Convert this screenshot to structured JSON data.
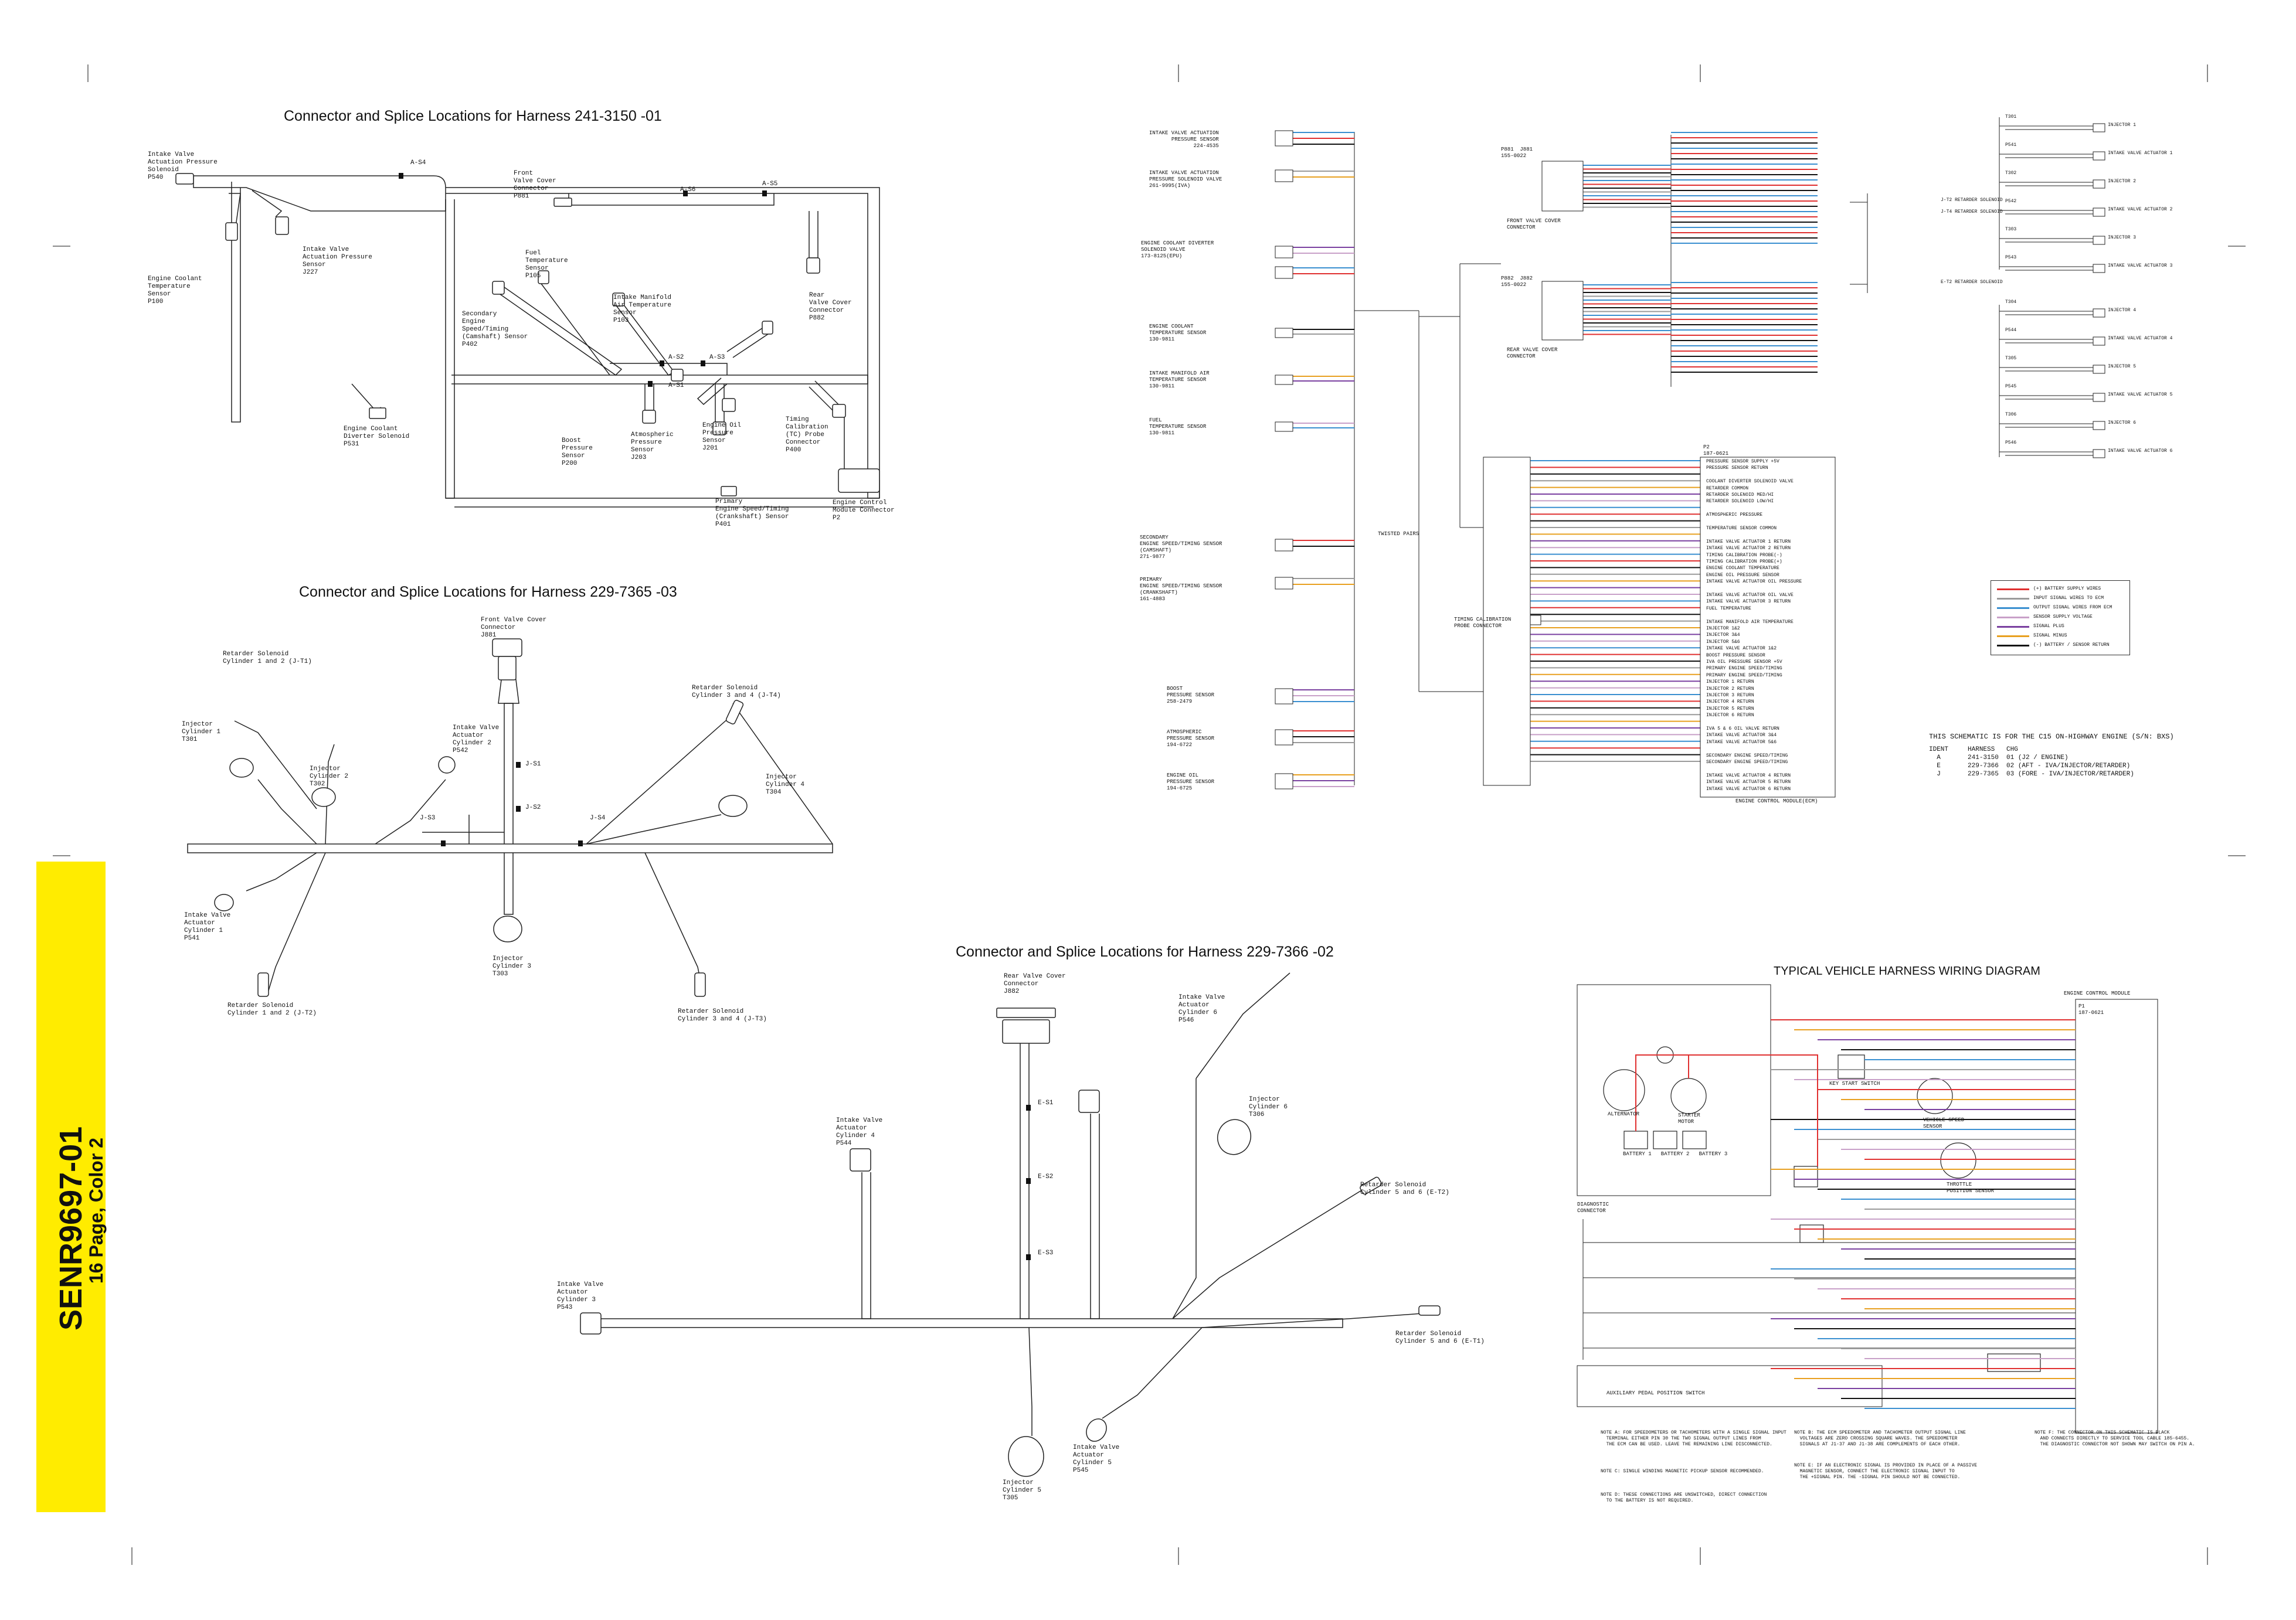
{
  "document": {
    "id": "SENR9697-01",
    "pages": "16 Page, Color 2"
  },
  "harness_titles": {
    "h1": "Connector and Splice Locations for Harness 241-3150 -01",
    "h2": "Connector and Splice Locations for Harness 229-7365 -03",
    "h3": "Connector and Splice Locations for Harness 229-7366 -02",
    "vehicle": "TYPICAL VEHICLE HARNESS WIRING DIAGRAM"
  },
  "h1_labels": {
    "p540": "Intake Valve\nActuation Pressure\nSolenoid\nP540",
    "p100": "Engine Coolant\nTemperature\nSensor\nP100",
    "j227": "Intake Valve\nActuation Pressure\nSensor\nJ227",
    "p881": "Front\nValve Cover\nConnector\nP881",
    "p105": "Fuel\nTemperature\nSensor\nP105",
    "p402": "Secondary\nEngine\nSpeed/Timing\n(Camshaft) Sensor\nP402",
    "p103": "Intake Manifold\nAir Temperature\nSensor\nP103",
    "p882": "Rear\nValve Cover\nConnector\nP882",
    "p531": "Engine Coolant\nDiverter Solenoid\nP531",
    "p200": "Boost\nPressure\nSensor\nP200",
    "j203": "Atmospheric\nPressure\nSensor\nJ203",
    "j201": "Engine Oil\nPressure\nSensor\nJ201",
    "p400": "Timing\nCalibration\n(TC) Probe\nConnector\nP400",
    "p2": "Engine Control\nModule Connector\nP2",
    "p401": "Primary\nEngine Speed/Timing\n(Crankshaft) Sensor\nP401",
    "a54": "A-S4",
    "a56": "A-S6",
    "a55": "A-S5",
    "a52": "A-S2",
    "a53": "A-S3",
    "a51": "A-S1"
  },
  "h2_labels": {
    "j881": "Front Valve Cover\nConnector\nJ881",
    "j_t1": "Retarder Solenoid\nCylinder 1 and 2 (J-T1)",
    "t301": "Injector\nCylinder 1\nT301",
    "t302": "Injector\nCylinder 2\nT302",
    "p542": "Intake Valve\nActuator\nCylinder 2\nP542",
    "j_t4": "Retarder Solenoid\nCylinder 3 and 4 (J-T4)",
    "t304": "Injector\nCylinder 4\nT304",
    "p541": "Intake Valve\nActuator\nCylinder 1\nP541",
    "t303": "Injector\nCylinder 3\nT303",
    "j_t2": "Retarder Solenoid\nCylinder 1 and 2 (J-T2)",
    "j_t3": "Retarder Solenoid\nCylinder 3 and 4 (J-T3)",
    "js1": "J-S1",
    "js2": "J-S2",
    "js3": "J-S3",
    "js4": "J-S4"
  },
  "h3_labels": {
    "j882": "Rear Valve Cover\nConnector\nJ882",
    "p546": "Intake Valve\nActuator\nCylinder 6\nP546",
    "p544": "Intake Valve\nActuator\nCylinder 4\nP544",
    "t306": "Injector\nCylinder 6\nT306",
    "e_t2": "Retarder Solenoid\nCylinder 5 and 6 (E-T2)",
    "p543": "Intake Valve\nActuator\nCylinder 3\nP543",
    "e_t1": "Retarder Solenoid\nCylinder 5 and 6 (E-T1)",
    "t305": "Injector\nCylinder 5\nT305",
    "p545": "Intake Valve\nActuator\nCylinder 5\nP545",
    "es1": "E-S1",
    "es2": "E-S2",
    "es3": "E-S3"
  },
  "schematic_labels": {
    "ivap_sensor": "INTAKE VALVE ACTUATION\nPRESSURE SENSOR\n224-4535",
    "ivap_solenoid": "INTAKE VALVE ACTUATION\nPRESSURE SOLENOID VALVE\n261-9995(IVA)",
    "coolant_diverter": "ENGINE COOLANT DIVERTER\nSOLENOID VALVE\n173-8125(EPU)",
    "coolant_temp": "ENGINE COOLANT\nTEMPERATURE SENSOR\n130-9811",
    "manifold_temp": "INTAKE MANIFOLD AIR\nTEMPERATURE SENSOR\n130-9811",
    "fuel_temp": "FUEL\nTEMPERATURE SENSOR\n130-9811",
    "secondary_speed": "SECONDARY\nENGINE SPEED/TIMING SENSOR\n(CAMSHAFT)\n271-9877",
    "primary_speed": "PRIMARY\nENGINE SPEED/TIMING SENSOR\n(CRANKSHAFT)\n161-4883",
    "boost": "BOOST\nPRESSURE SENSOR\n258-2479",
    "atmos": "ATMOSPHERIC\nPRESSURE SENSOR\n194-6722",
    "oil": "ENGINE OIL\nPRESSURE SENSOR\n194-6725",
    "front_cover": "FRONT VALVE COVER\nCONNECTOR",
    "rear_cover": "REAR VALVE COVER\nCONNECTOR",
    "timing_probe": "TIMING CALIBRATION\nPROBE CONNECTOR",
    "ecm": "ENGINE CONTROL MODULE(ECM)",
    "twisted": "TWISTED PAIRS",
    "ecm_top": "ENGINE CONTROL MODULE",
    "t_j881": "P881  J881\n155-0022",
    "t_j882": "P882  J882\n155-0022",
    "p2_head": "P2\n187-0621"
  },
  "ecm_functions": [
    "PRESSURE SENSOR SUPPLY +5V",
    "PRESSURE SENSOR RETURN",
    "",
    "COOLANT DIVERTER SOLENOID VALVE",
    "RETARDER COMMON",
    "RETARDER SOLENOID MED/HI",
    "RETARDER SOLENOID LOW/HI",
    "",
    "ATMOSPHERIC PRESSURE",
    "",
    "TEMPERATURE SENSOR COMMON",
    "",
    "INTAKE VALVE ACTUATOR 1 RETURN",
    "INTAKE VALVE ACTUATOR 2 RETURN",
    "TIMING CALIBRATION PROBE(-)",
    "TIMING CALIBRATION PROBE(+)",
    "ENGINE COOLANT TEMPERATURE",
    "ENGINE OIL PRESSURE SENSOR",
    "INTAKE VALVE ACTUATOR OIL PRESSURE",
    "",
    "INTAKE VALVE ACTUATOR OIL VALVE",
    "INTAKE VALVE ACTUATOR 3 RETURN",
    "FUEL TEMPERATURE",
    "",
    "INTAKE MANIFOLD AIR TEMPERATURE",
    "INJECTOR 1&2",
    "INJECTOR 3&4",
    "INJECTOR 5&6",
    "INTAKE VALVE ACTUATOR 1&2",
    "BOOST PRESSURE SENSOR",
    "IVA OIL PRESSURE SENSOR +5V",
    "PRIMARY ENGINE SPEED/TIMING",
    "PRIMARY ENGINE SPEED/TIMING",
    "INJECTOR 1 RETURN",
    "INJECTOR 2 RETURN",
    "INJECTOR 3 RETURN",
    "INJECTOR 4 RETURN",
    "INJECTOR 5 RETURN",
    "INJECTOR 6 RETURN",
    "",
    "IVA 5 & 6 OIL VALVE RETURN",
    "INTAKE VALVE ACTUATOR 3&4",
    "INTAKE VALVE ACTUATOR 5&6",
    "",
    "SECONDARY ENGINE SPEED/TIMING",
    "SECONDARY ENGINE SPEED/TIMING",
    "",
    "INTAKE VALVE ACTUATOR 4 RETURN",
    "INTAKE VALVE ACTUATOR 5 RETURN",
    "INTAKE VALVE ACTUATOR 6 RETURN"
  ],
  "right_column": {
    "items": [
      {
        "id": "T301",
        "name": "INJECTOR 1"
      },
      {
        "id": "P541",
        "name": "INTAKE VALVE ACTUATOR 1"
      },
      {
        "id": "T302",
        "name": "INJECTOR 2"
      },
      {
        "id": "P542",
        "name": "INTAKE VALVE ACTUATOR 2"
      },
      {
        "id": "T303",
        "name": "INJECTOR 3"
      },
      {
        "id": "P543",
        "name": "INTAKE VALVE ACTUATOR 3"
      },
      {
        "id": "T304",
        "name": "INJECTOR 4"
      },
      {
        "id": "P544",
        "name": "INTAKE VALVE ACTUATOR 4"
      },
      {
        "id": "T305",
        "name": "INJECTOR 5"
      },
      {
        "id": "P545",
        "name": "INTAKE VALVE ACTUATOR 5"
      },
      {
        "id": "T306",
        "name": "INJECTOR 6"
      },
      {
        "id": "P546",
        "name": "INTAKE VALVE ACTUATOR 6"
      }
    ],
    "retarders": [
      "J-T2 RETARDER SOLENOID",
      "J-T4 RETARDER SOLENOID",
      "E-T2 RETARDER SOLENOID"
    ]
  },
  "legend": [
    {
      "color": "#e03030",
      "label": "(+) BATTERY SUPPLY WIRES"
    },
    {
      "color": "#9a9a9a",
      "label": "INPUT SIGNAL WIRES TO ECM"
    },
    {
      "color": "#3a8fd0",
      "label": "OUTPUT SIGNAL WIRES FROM ECM"
    },
    {
      "color": "#c8a0c8",
      "label": "SENSOR SUPPLY VOLTAGE"
    },
    {
      "color": "#7a40a0",
      "label": "SIGNAL PLUS"
    },
    {
      "color": "#e8a020",
      "label": "SIGNAL MINUS"
    },
    {
      "color": "#111111",
      "label": "(-) BATTERY / SENSOR RETURN"
    }
  ],
  "engine_note": {
    "heading": "THIS SCHEMATIC IS FOR THE C15 ON-HIGHWAY ENGINE (S/N: BXS)",
    "col_header": "IDENT     HARNESS   CHG",
    "rows": [
      "  A       241-3150  01 (J2 / ENGINE)",
      "  E       229-7366  02 (AFT - IVA/INJECTOR/RETARDER)",
      "  J       229-7365  03 (FORE - IVA/INJECTOR/RETARDER)"
    ]
  },
  "vehicle_labels": {
    "alternator": "ALTERNATOR",
    "starter": "STARTER\nMOTOR",
    "batteries": "BATTERY 1   BATTERY 2   BATTERY 3",
    "key": "KEY START SWITCH",
    "diag": "DIAGNOSTIC\nCONNECTOR",
    "speed": "VEHICLE SPEED\nSENSOR",
    "throttle": "THROTTLE\nPOSITION SENSOR",
    "aux_conn": "AUXILIARY PEDAL POSITION SWITCH",
    "ecm_head": "P1\n187-0621"
  },
  "notes": {
    "a": "NOTE A: FOR SPEEDOMETERS OR TACHOMETERS WITH A SINGLE SIGNAL INPUT\n  TERMINAL EITHER PIN 30 THE TWO SIGNAL OUTPUT LINES FROM\n  THE ECM CAN BE USED. LEAVE THE REMAINING LINE DISCONNECTED.",
    "b": "NOTE B: THE ECM SPEEDOMETER AND TACHOMETER OUTPUT SIGNAL LINE\n  VOLTAGES ARE ZERO CROSSING SQUARE WAVES. THE SPEEDOMETER\n  SIGNALS AT J1-37 AND J1-38 ARE COMPLEMENTS OF EACH OTHER.",
    "c": "NOTE C: SINGLE WINDING MAGNETIC PICKUP SENSOR RECOMMENDED.",
    "d": "NOTE D: THESE CONNECTIONS ARE UNSWITCHED, DIRECT CONNECTION\n  TO THE BATTERY IS NOT REQUIRED.",
    "e": "NOTE E: IF AN ELECTRONIC SIGNAL IS PROVIDED IN PLACE OF A PASSIVE\n  MAGNETIC SENSOR, CONNECT THE ELECTRONIC SIGNAL INPUT TO\n  THE +SIGNAL PIN. THE -SIGNAL PIN SHOULD NOT BE CONNECTED.",
    "f": "NOTE F: THE CONNECTOR ON THIS SCHEMATIC IS BLACK\n  AND CONNECTS DIRECTLY TO SERVICE TOOL CABLE 185-6455.\n  THE DIAGNOSTIC CONNECTOR NOT SHOWN MAY SWITCH ON PIN A."
  }
}
